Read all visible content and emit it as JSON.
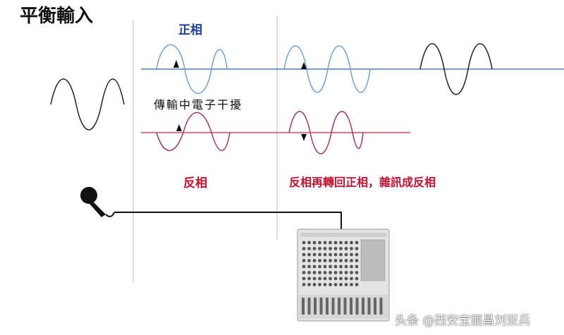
{
  "title": "平衡輸入",
  "labels": {
    "positive": "正相",
    "negative": "反相",
    "noise": "傳輸中電子干擾",
    "result": "反相再轉回正相，雜訊成反相"
  },
  "watermark": "头条 @西安宝丽昌刘亚兵",
  "icons": {
    "microphone": "microphone-icon",
    "mixer": "mixer-console-icon",
    "noise_marker": "interference-spike-icon"
  },
  "colors": {
    "positive_line": "#2f5fb3",
    "positive_wave": "#6fa3d8",
    "negative_line": "#d6283c",
    "negative_wave": "#a0386e",
    "output_line": "#27306e",
    "output_wave": "#222222",
    "divider": "#bbbbbb"
  }
}
